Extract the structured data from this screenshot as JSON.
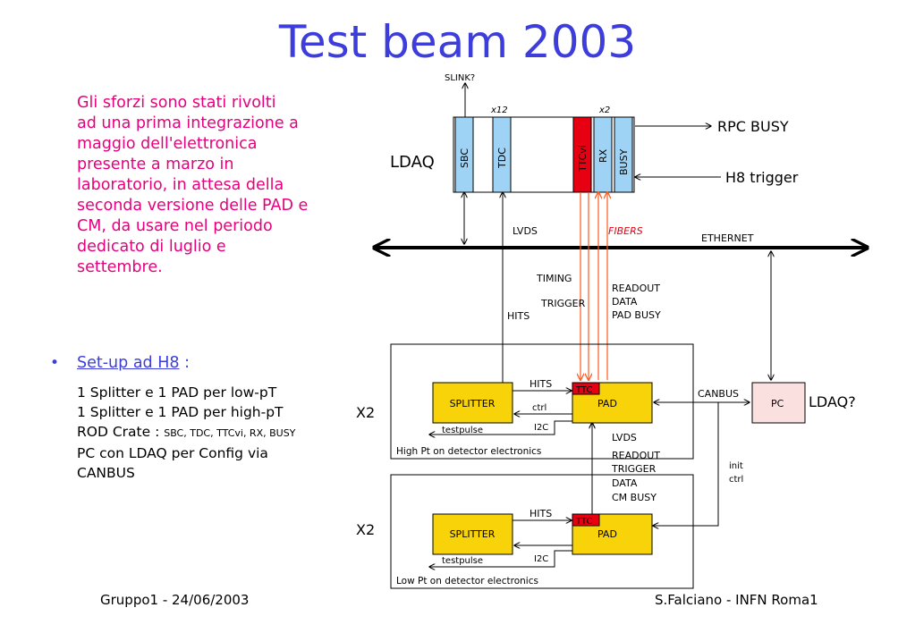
{
  "title": "Test beam 2003",
  "intro_lines": [
    "Gli sforzi sono stati rivolti",
    "ad una prima integrazione a",
    "maggio dell'elettronica",
    "presente a marzo in",
    "laboratorio, in attesa della",
    "seconda versione delle PAD e",
    "CM, da usare nel periodo",
    "dedicato di luglio e",
    "settembre."
  ],
  "setup": {
    "bullet": "•",
    "link": "Set-up ad H8",
    "colon": " :"
  },
  "list": {
    "line1": "1 Splitter e  1 PAD per low-pT",
    "line2": "1 Splitter e  1 PAD per high-pT",
    "rod_prefix": "ROD Crate : ",
    "rod_items": "SBC, TDC, TTCvi, RX, BUSY",
    "line4a": "PC con LDAQ per Config via",
    "line4b": "CANBUS"
  },
  "footer": {
    "left": "Gruppo1 - 24/06/2003",
    "right": "S.Falciano - INFN Roma1"
  },
  "diagram": {
    "slink": "SLINK?",
    "x12": "x12",
    "x2_small": "x2",
    "ldaq": "LDAQ",
    "sbc": "SBC",
    "tdc": "TDC",
    "ttcvi": "TTCvi",
    "rx": "RX",
    "busy": "BUSY",
    "rpc_busy": "RPC BUSY",
    "h8_trigger": "H8 trigger",
    "lvds_top": "LVDS",
    "fibers": "FIBERS",
    "ethernet": "ETHERNET",
    "timing": "TIMING",
    "trigger": "TRIGGER",
    "hits_vertical": "HITS",
    "readout_block_1": [
      "READOUT",
      "DATA",
      "PAD BUSY"
    ],
    "x2_high": "X2",
    "x2_low": "X2",
    "splitter": "SPLITTER",
    "pad": "PAD",
    "ttc": "TTC",
    "hits": "HITS",
    "ctrl": "ctrl",
    "i2c": "I2C",
    "testpulse": "testpulse",
    "lvds_mid": "LVDS",
    "canbus": "CANBUS",
    "pc": "PC",
    "ldaq_q": "LDAQ?",
    "high_pt_label": "High Pt on detector electronics",
    "readout_block_2": [
      "READOUT",
      "TRIGGER",
      "DATA",
      "CM BUSY"
    ],
    "init_ctrl": [
      "init",
      "ctrl"
    ],
    "low_pt_label": "Low Pt on detector electronics",
    "colors": {
      "title": "#3d3ddc",
      "intro": "#e6007e",
      "module_blue": "#9fd3f5",
      "ttcvi_red": "#e60012",
      "splitter_yellow": "#f9d30a",
      "pc_pink": "#fbe0e0",
      "fiber_orange": "#ff7a3a"
    }
  }
}
